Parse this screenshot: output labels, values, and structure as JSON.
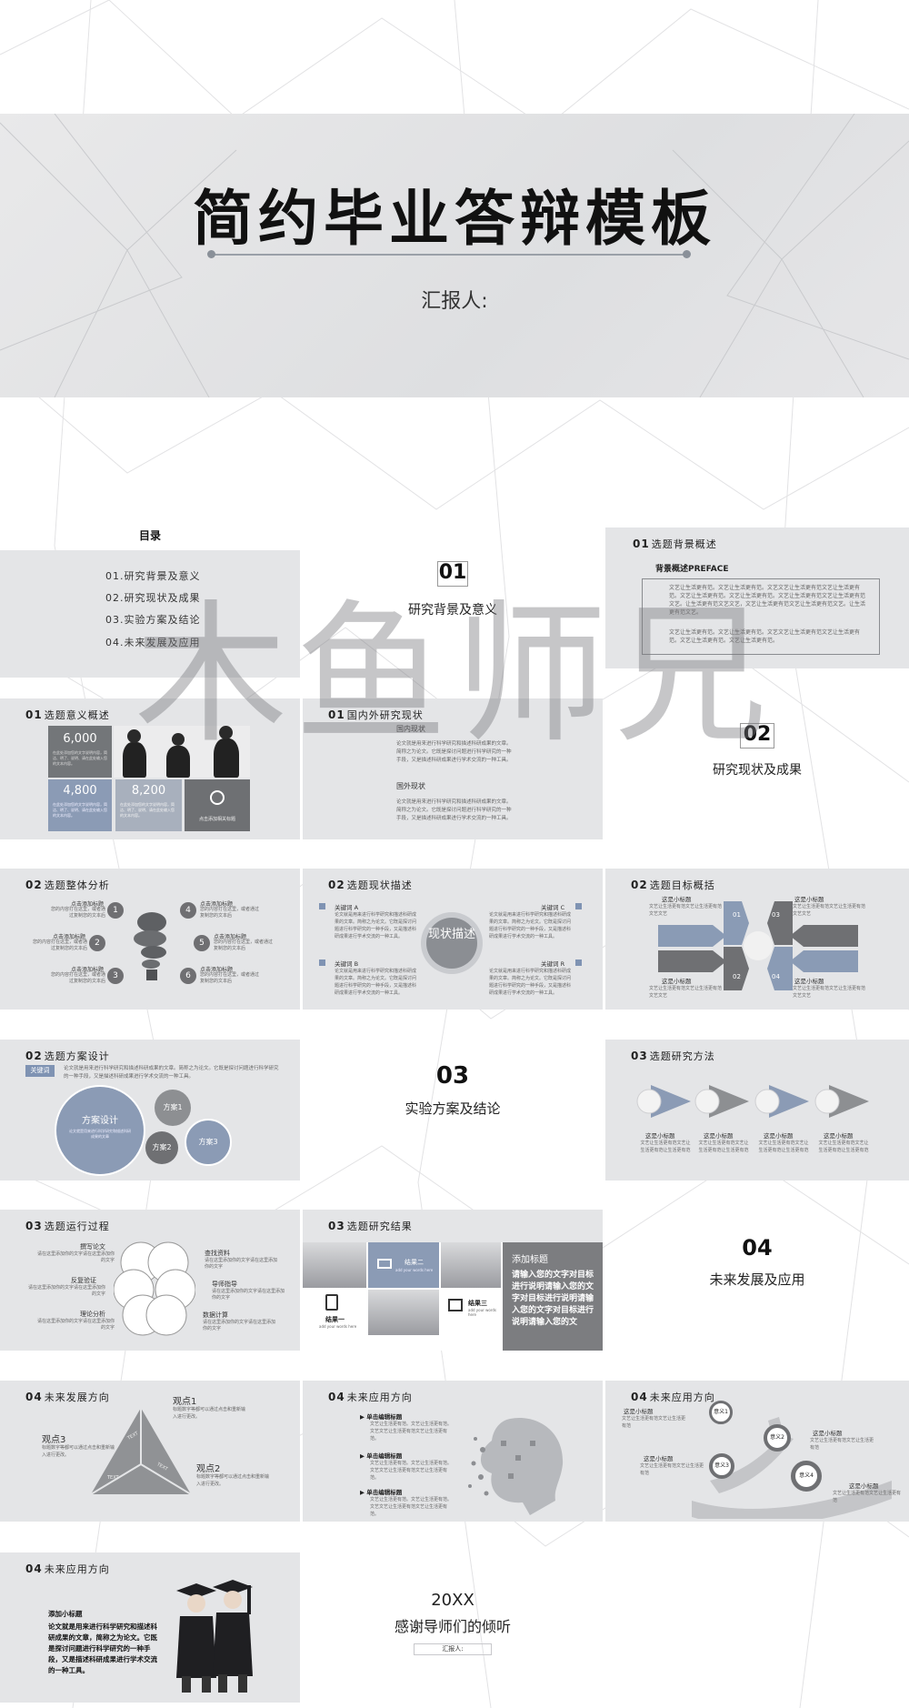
{
  "cover": {
    "title": "简约毕业答辩模板",
    "reporter": "汇报人:"
  },
  "toc": {
    "title": "目录",
    "items": [
      "01.研究背景及意义",
      "02.研究现状及成果",
      "03.实验方案及结论",
      "04.未来发展及应用"
    ]
  },
  "sections": [
    {
      "num": "01",
      "label": "研究背景及意义"
    },
    {
      "num": "02",
      "label": "研究现状及成果"
    },
    {
      "num": "03",
      "label": "实验方案及结论"
    },
    {
      "num": "04",
      "label": "未来发展及应用"
    }
  ],
  "bg_overview": {
    "num": "01",
    "title": "选题背景概述",
    "heading": "背景概述PREFACE",
    "para1": "文艺让生活更有范。文艺让生活更有范。文艺文艺让生活更有范文艺让生活更有范。文艺让生活更有范。文艺让生活更有范。文艺让生活更有范文艺让生活更有范文艺。让生活更有范文艺文艺，文艺让生活更有范文艺让生活更有范文艺。让生活更有范文艺。",
    "para2": "文艺让生活更有范。文艺让生活更有范。文艺文艺让生活更有范文艺让生活更有范。文艺让生活更有范。文艺让生活更有范。"
  },
  "significance": {
    "num": "01",
    "title": "选题意义概述",
    "stats": [
      "6,000",
      "4,800",
      "8,200"
    ],
    "stat_text": "在此处添加您的文字说明内容，简洁、明了、说明、请在此处输入您的文本内容。",
    "image_caption": "点击添加相关标题"
  },
  "status_domestic": {
    "num": "01",
    "title": "国内外研究现状",
    "domestic_title": "国内现状",
    "domestic_text": "论文就是用来进行科学研究和描述科研成果的文章。简称之为论文。它既是探讨问题进行科学研究的一种手段，又是描述科研成果进行学术交流的一种工具。",
    "foreign_title": "国外现状",
    "foreign_text": "论文就是用来进行科学研究和描述科研成果的文章。简称之为论文。它既是探讨问题进行科学研究的一种手段，又是描述科研成果进行学术交流的一种工具。"
  },
  "overall": {
    "num": "02",
    "title": "选题整体分析",
    "items": [
      {
        "n": "1",
        "title": "点击添加标题",
        "text": "您的内容打在这里，或者通过复制您的文本后"
      },
      {
        "n": "2",
        "title": "点击添加标题",
        "text": "您的内容打在这里，或者通过复制您的文本后"
      },
      {
        "n": "3",
        "title": "点击添加标题",
        "text": "您的内容打在这里，或者通过复制您的文本后"
      },
      {
        "n": "4",
        "title": "点击添加标题",
        "text": "您的内容打在这里，或者通过复制您的文本后"
      },
      {
        "n": "5",
        "title": "点击添加标题",
        "text": "您的内容打在这里，或者通过复制您的文本后"
      },
      {
        "n": "6",
        "title": "点击添加标题",
        "text": "您的内容打在这里，或者通过复制您的文本后"
      }
    ]
  },
  "status_desc": {
    "num": "02",
    "title": "选题现状描述",
    "center": "现状描述",
    "keywords": [
      "关键词 A",
      "关键词 B",
      "关键词 C",
      "关键词 R"
    ],
    "text": "论文就是用来进行科学研究和描述科研成果的文章。简称之为论文。它既是探讨问题进行科学研究的一种手段，又是描述科研成果进行学术交流的一种工具。"
  },
  "goals": {
    "num": "02",
    "title": "选题目标概括",
    "labels": [
      "这是小标题",
      "这是小标题",
      "这是小标题",
      "这是小标题"
    ],
    "text": "文艺让生活更有范文艺让生活更有范文艺文艺",
    "nums": [
      "01",
      "02",
      "03",
      "04"
    ]
  },
  "scheme": {
    "num": "02",
    "title": "选题方案设计",
    "keyword": "关键词",
    "text": "论文就是用来进行科学研究和描述科研成果的文章。简称之为论文。它既是探讨问题进行科学研究的一种手段，又是描述科研成果进行学术交流的一种工具。",
    "main": "方案设计",
    "main_sub": "论文就是用来进行科学研究和描述科研成果的文章",
    "p1": "方案1",
    "p2": "方案2",
    "p3": "方案3"
  },
  "method": {
    "num": "03",
    "title": "选题研究方法",
    "labels": [
      "这是小标题",
      "这是小标题",
      "这是小标题",
      "这是小标题"
    ],
    "text": "文艺让生活更有范文艺让生活更有范让生活更有范"
  },
  "process": {
    "num": "03",
    "title": "选题运行过程",
    "left": [
      {
        "title": "撰写论文",
        "text": "请在这里添加你的文字请在这里添加你的文字"
      },
      {
        "title": "反复验证",
        "text": "请在这里添加你的文字请在这里添加你的文字"
      },
      {
        "title": "理论分析",
        "text": "请在这里添加你的文字请在这里添加你的文字"
      }
    ],
    "right": [
      {
        "title": "查找资料",
        "text": "请在这里添加你的文字请在这里添加你的文字"
      },
      {
        "title": "导师指导",
        "text": "请在这里添加你的文字请在这里添加你的文字"
      },
      {
        "title": "数据计算",
        "text": "请在这里添加你的文字请在这里添加你的文字"
      }
    ]
  },
  "results": {
    "num": "03",
    "title": "选题研究结果",
    "r1": "结果一",
    "r2": "结果二",
    "r3": "结果三",
    "sub": "add your words here",
    "panel_title": "添加标题",
    "panel_text": "请输入您的文字对目标进行说明请输入您的文字对目标进行说明请输入您的文字对目标进行说明请输入您的文"
  },
  "future_dir": {
    "num": "04",
    "title": "未来发展方向",
    "v1": "观点1",
    "v2": "观点2",
    "v3": "观点3",
    "text": "标题数字等都可以通过点击和重新输入进行更改。",
    "tri": "TEXT"
  },
  "future_app1": {
    "num": "04",
    "title": "未来应用方向",
    "items": [
      {
        "title": "单击编辑标题",
        "text": "文艺让生活更有范。文艺让生活更有范。文艺文艺让生活更有范文艺让生活更有范。"
      },
      {
        "title": "单击编辑标题",
        "text": "文艺让生活更有范。文艺让生活更有范。文艺文艺让生活更有范文艺让生活更有范。"
      },
      {
        "title": "单击编辑标题",
        "text": "文艺让生活更有范。文艺让生活更有范。文艺文艺让生活更有范文艺让生活更有范。"
      }
    ]
  },
  "future_app2": {
    "num": "04",
    "title": "未来应用方向",
    "pins": [
      "意义1",
      "意义2",
      "意义3",
      "意义4"
    ],
    "label": "这是小标题",
    "text": "文艺让生活更有范文艺让生活更有范"
  },
  "future_app3": {
    "num": "04",
    "title": "未来应用方向",
    "heading": "添加小标题",
    "text": "论文就是用来进行科学研究和描述科研成果的文章，简称之为论文。它既是探讨问题进行科学研究的一种手段，又是描述科研成果进行学术交流的一种工具。"
  },
  "ending": {
    "year": "20XX",
    "thanks": "感谢导师们的倾听",
    "reporter": "汇报人:"
  },
  "watermark": "木鱼师兄"
}
